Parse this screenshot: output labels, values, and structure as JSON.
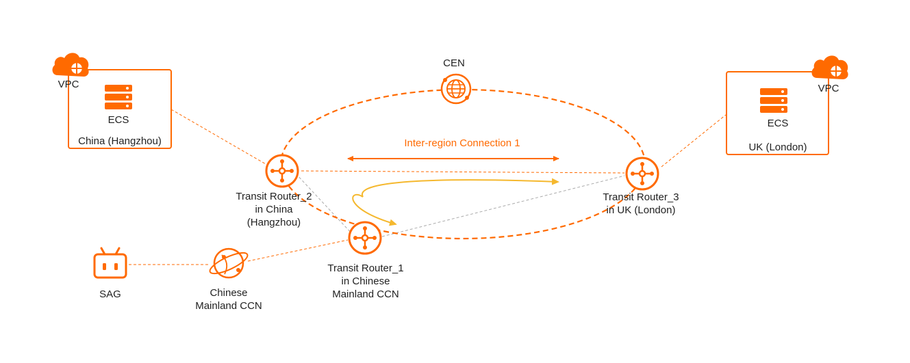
{
  "colors": {
    "accent": "#ff6a00",
    "arrow_yellow": "#f5b82e",
    "dashed_gray": "#aaaaaa"
  },
  "cen": {
    "label": "CEN",
    "icon": "globe-icon"
  },
  "connection": {
    "label": "Inter-region Connection 1"
  },
  "vpc_left": {
    "label": "VPC",
    "ecs_label": "ECS",
    "region_label": "China (Hangzhou)",
    "icon": "cloud-icon",
    "server_icon": "server-icon"
  },
  "vpc_right": {
    "label": "VPC",
    "ecs_label": "ECS",
    "region_label": "UK (London)",
    "icon": "cloud-icon",
    "server_icon": "server-icon"
  },
  "tr2": {
    "line1": "Transit Router_2",
    "line2": "in China",
    "line3": "(Hangzhou)",
    "icon": "router-icon"
  },
  "tr3": {
    "line1": "Transit Router_3",
    "line2": "in UK (London)",
    "icon": "router-icon"
  },
  "tr1": {
    "line1": "Transit Router_1",
    "line2": "in Chinese",
    "line3": "Mainland CCN",
    "icon": "router-icon"
  },
  "ccn": {
    "line1": "Chinese",
    "line2": "Mainland CCN",
    "icon": "ccn-icon"
  },
  "sag": {
    "label": "SAG",
    "icon": "sag-icon"
  }
}
